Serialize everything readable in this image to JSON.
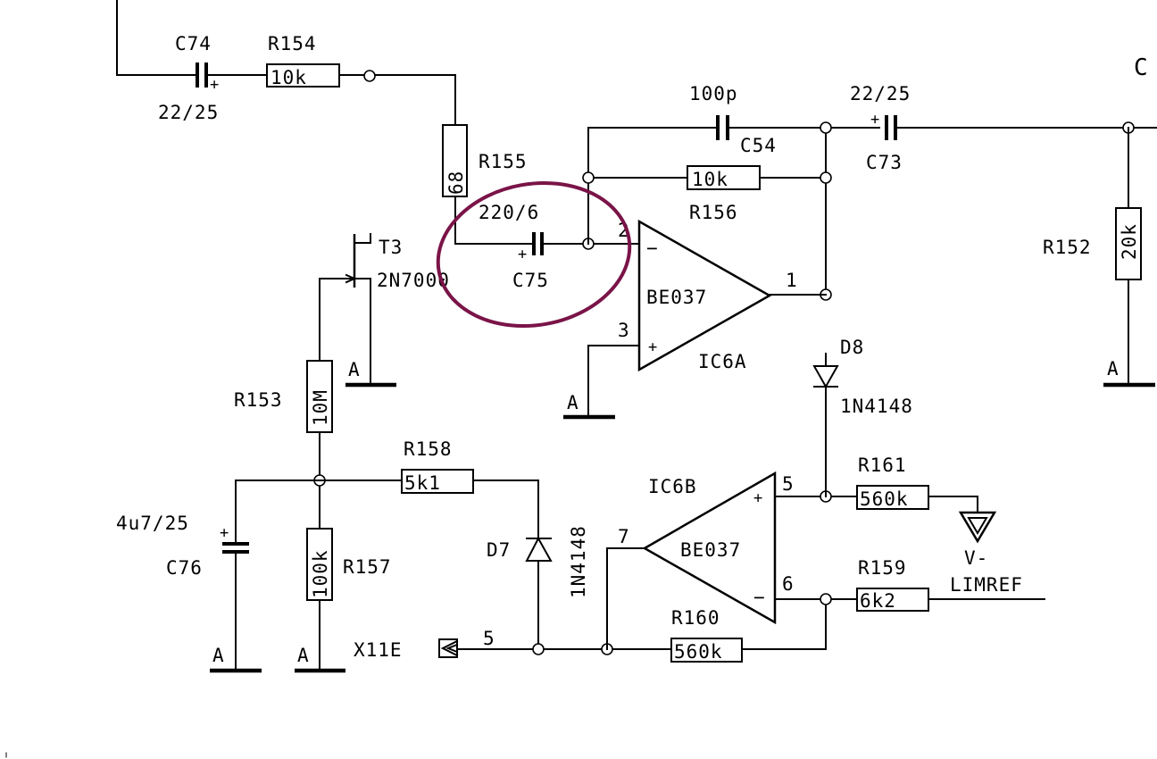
{
  "highlight_color": "#7a1448",
  "partial_label": "C",
  "components": {
    "c74": {
      "ref": "C74",
      "value": "22/25",
      "plus": "+"
    },
    "r154": {
      "ref": "R154",
      "value": "10k"
    },
    "c54": {
      "ref": "C54",
      "value": "100p"
    },
    "c73": {
      "ref": "C73",
      "value": "22/25",
      "plus": "+"
    },
    "r155": {
      "ref": "R155",
      "value": "68"
    },
    "r156": {
      "ref": "R156",
      "value": "10k"
    },
    "c75": {
      "ref": "C75",
      "value": "220/6",
      "plus": "+"
    },
    "t3": {
      "ref": "T3",
      "type": "2N7000"
    },
    "ic6a": {
      "ref": "IC6A",
      "type": "BE037",
      "pin_inv": "2",
      "pin_noninv": "3",
      "pin_out": "1",
      "minus": "−",
      "plus": "+"
    },
    "r152": {
      "ref": "R152",
      "value": "20k"
    },
    "r153": {
      "ref": "R153",
      "value": "10M"
    },
    "d8": {
      "ref": "D8",
      "type": "1N4148"
    },
    "r158": {
      "ref": "R158",
      "value": "5k1"
    },
    "r161": {
      "ref": "R161",
      "value": "560k"
    },
    "c76": {
      "ref": "C76",
      "value": "4u7/25",
      "plus": "+"
    },
    "r157": {
      "ref": "R157",
      "value": "100k"
    },
    "d7": {
      "ref": "D7",
      "type": "1N4148"
    },
    "ic6b": {
      "ref": "IC6B",
      "type": "BE037",
      "pin_noninv": "5",
      "pin_inv": "6",
      "pin_out": "7",
      "minus": "−",
      "plus": "+"
    },
    "r159": {
      "ref": "R159",
      "value": "6k2"
    },
    "r160": {
      "ref": "R160",
      "value": "560k"
    },
    "x11e": {
      "ref": "X11E",
      "pin": "5"
    }
  },
  "nets": {
    "ground": "A",
    "vminus": "V-",
    "limref": "LIMREF"
  }
}
